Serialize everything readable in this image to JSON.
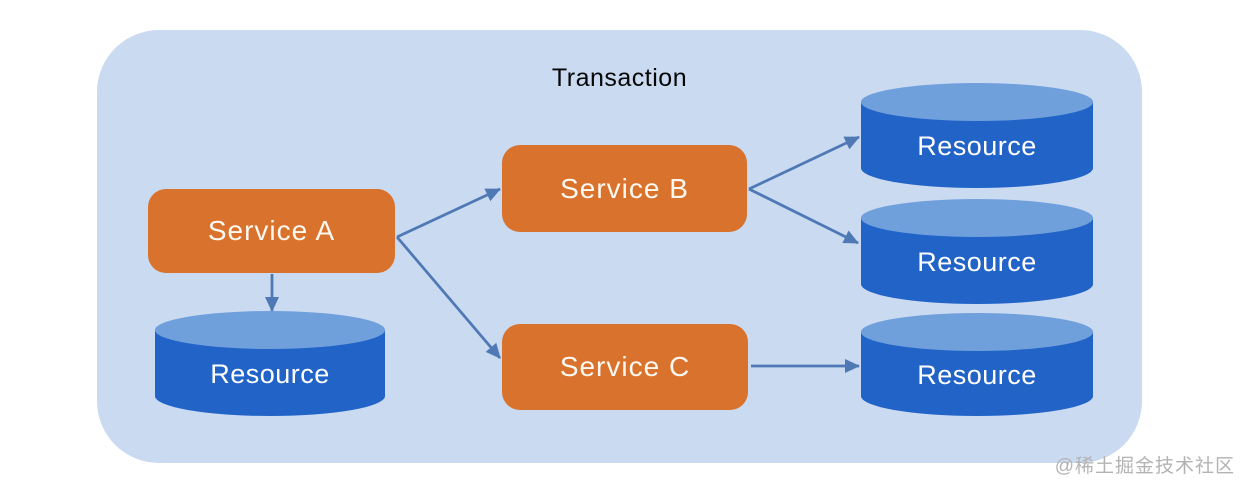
{
  "diagram": {
    "title": "Transaction",
    "watermark": "@稀土掘金技术社区",
    "nodes": {
      "service_a": {
        "label": "Service A",
        "type": "service"
      },
      "service_b": {
        "label": "Service B",
        "type": "service"
      },
      "service_c": {
        "label": "Service C",
        "type": "service"
      },
      "resource_left": {
        "label": "Resource",
        "type": "datastore"
      },
      "resource_top_right": {
        "label": "Resource",
        "type": "datastore"
      },
      "resource_mid_right": {
        "label": "Resource",
        "type": "datastore"
      },
      "resource_bottom_right": {
        "label": "Resource",
        "type": "datastore"
      }
    },
    "edges": [
      {
        "from": "service_a",
        "to": "service_b"
      },
      {
        "from": "service_a",
        "to": "service_c"
      },
      {
        "from": "service_a",
        "to": "resource_left"
      },
      {
        "from": "service_b",
        "to": "resource_top_right"
      },
      {
        "from": "service_b",
        "to": "resource_mid_right"
      },
      {
        "from": "service_c",
        "to": "resource_bottom_right"
      }
    ],
    "colors": {
      "boundary_bg": "#C9DAF1",
      "service_fill": "#D8722C",
      "resource_body": "#2163C7",
      "resource_top": "#70A0DC",
      "arrow": "#4E79B5",
      "title_text": "#060606",
      "node_text": "#FFFFFF",
      "watermark_text": "#B3B3B3"
    }
  }
}
